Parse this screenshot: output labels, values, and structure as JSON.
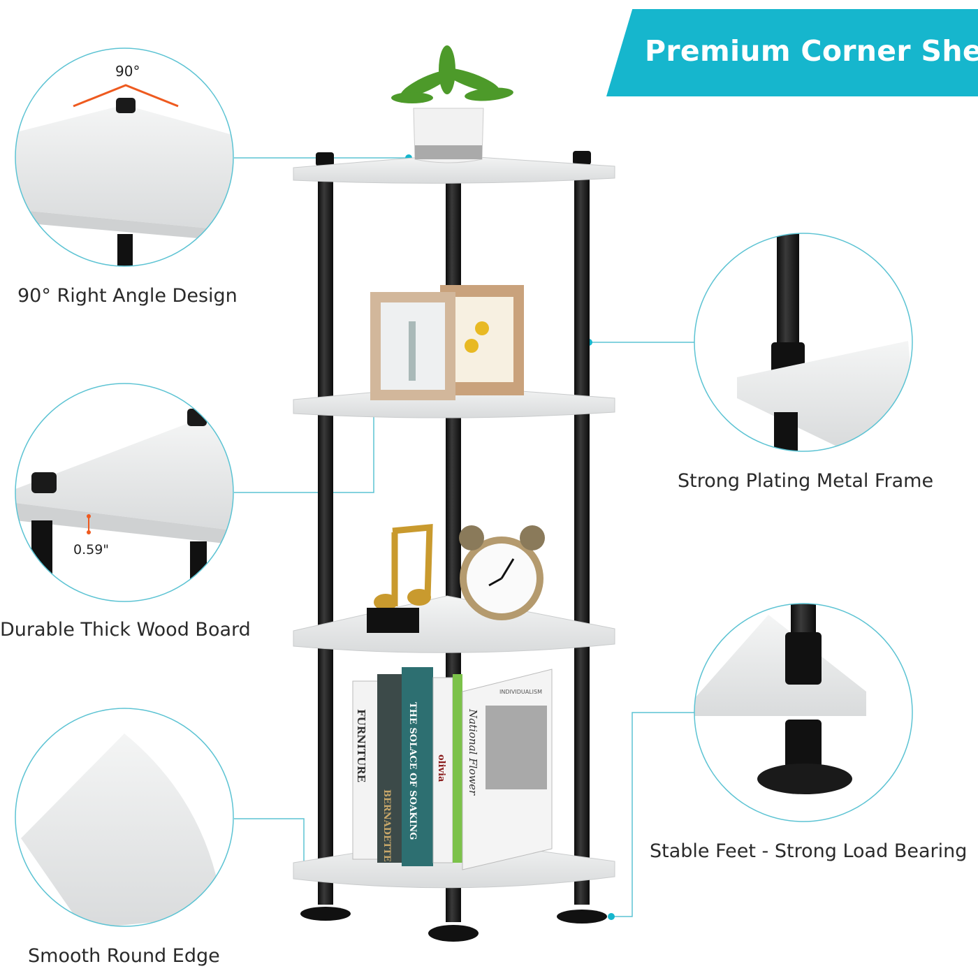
{
  "banner": {
    "title": "Premium Corner Shelf",
    "color": "#16b6cd"
  },
  "features": [
    {
      "label": "90° Right Angle Design",
      "annotation": "90°"
    },
    {
      "label": "Durable Thick Wood Board",
      "annotation": "0.59\""
    },
    {
      "label": "Smooth Round Edge"
    },
    {
      "label": "Strong Plating Metal Frame"
    },
    {
      "label": "Stable Feet - Strong Load Bearing"
    }
  ],
  "books": [
    "FURNITURE",
    "BERNADETTE",
    "THE SOLACE OF SOAKING",
    "olivia",
    "National Flower",
    "INDIVIDUALISM"
  ],
  "colors": {
    "accent": "#16b6cd",
    "callout_line": "#5cc3d3",
    "frame": "#1a1a1a",
    "board": "#ecedee",
    "angle_marker": "#ee5a1f"
  }
}
